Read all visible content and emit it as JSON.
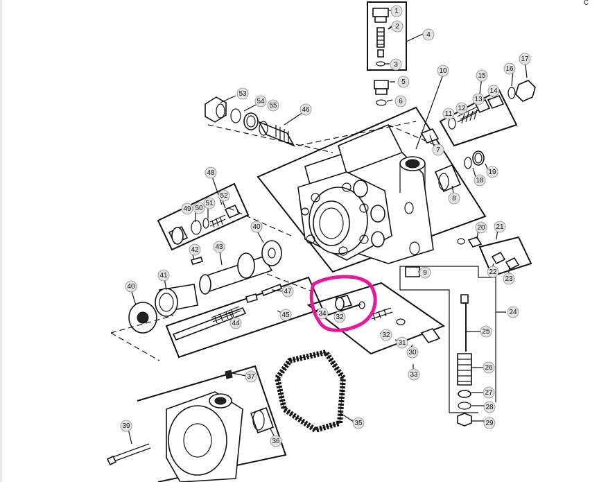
{
  "diagram": {
    "corner_mark": "ċ",
    "highlight_color": "#e6199a",
    "callouts": [
      {
        "n": "1"
      },
      {
        "n": "2"
      },
      {
        "n": "3"
      },
      {
        "n": "4"
      },
      {
        "n": "5"
      },
      {
        "n": "6"
      },
      {
        "n": "7"
      },
      {
        "n": "8"
      },
      {
        "n": "9"
      },
      {
        "n": "10"
      },
      {
        "n": "11"
      },
      {
        "n": "12"
      },
      {
        "n": "13"
      },
      {
        "n": "14"
      },
      {
        "n": "15"
      },
      {
        "n": "16"
      },
      {
        "n": "17"
      },
      {
        "n": "18"
      },
      {
        "n": "19"
      },
      {
        "n": "20"
      },
      {
        "n": "21"
      },
      {
        "n": "22"
      },
      {
        "n": "23"
      },
      {
        "n": "24"
      },
      {
        "n": "25"
      },
      {
        "n": "26"
      },
      {
        "n": "27"
      },
      {
        "n": "28"
      },
      {
        "n": "29"
      },
      {
        "n": "30"
      },
      {
        "n": "31"
      },
      {
        "n": "32"
      },
      {
        "n": "32"
      },
      {
        "n": "33"
      },
      {
        "n": "34"
      },
      {
        "n": "35"
      },
      {
        "n": "36"
      },
      {
        "n": "37"
      },
      {
        "n": "39"
      },
      {
        "n": "40"
      },
      {
        "n": "40"
      },
      {
        "n": "41"
      },
      {
        "n": "42"
      },
      {
        "n": "43"
      },
      {
        "n": "44"
      },
      {
        "n": "45"
      },
      {
        "n": "46"
      },
      {
        "n": "47"
      },
      {
        "n": "48"
      },
      {
        "n": "49"
      },
      {
        "n": "50"
      },
      {
        "n": "51"
      },
      {
        "n": "52"
      },
      {
        "n": "53"
      },
      {
        "n": "54"
      },
      {
        "n": "55"
      }
    ]
  }
}
